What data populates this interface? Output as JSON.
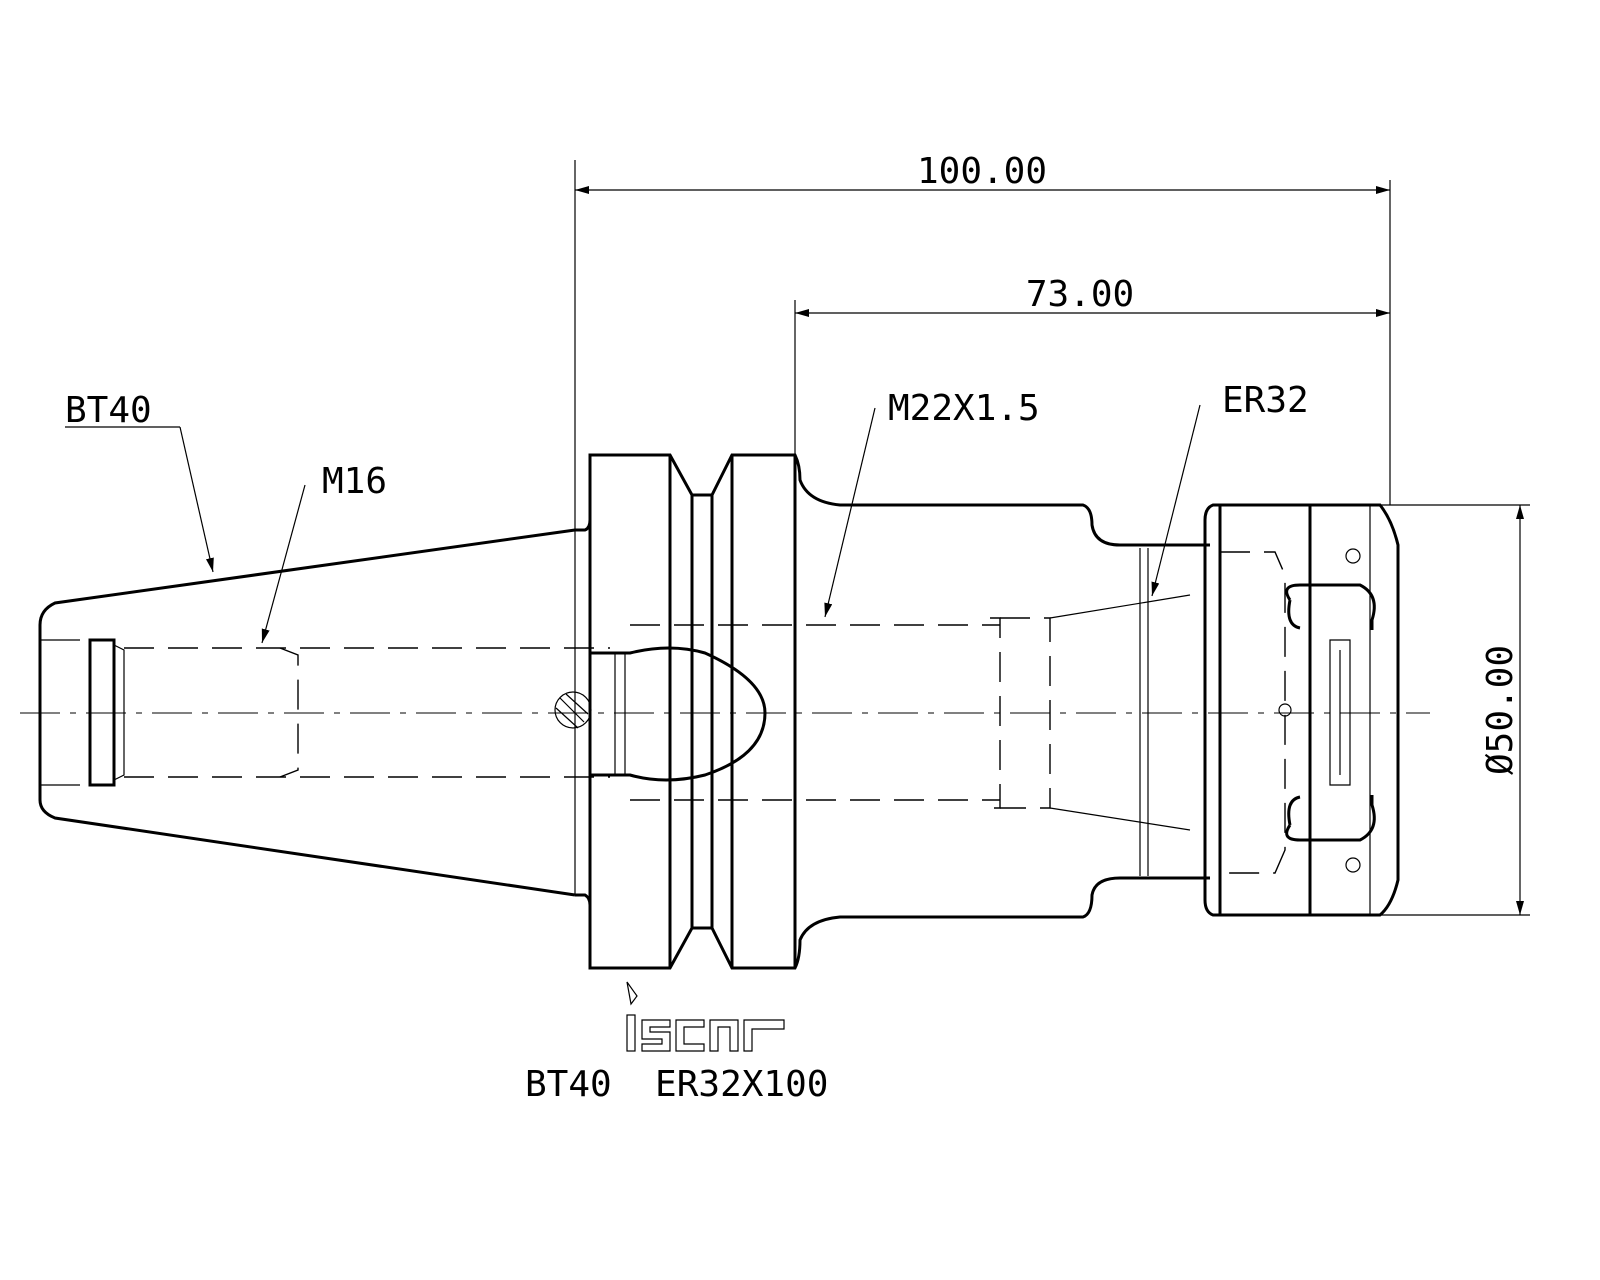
{
  "dimensions": {
    "overall_length": "100.00",
    "gauge_length": "73.00",
    "diameter": "Ø50.00"
  },
  "labels": {
    "shank": "BT40",
    "pull_stud_thread": "M16",
    "clamping_thread": "M22X1.5",
    "collet": "ER32"
  },
  "brand": {
    "logo_text": "iscar"
  },
  "caption": "BT40  ER32X100"
}
